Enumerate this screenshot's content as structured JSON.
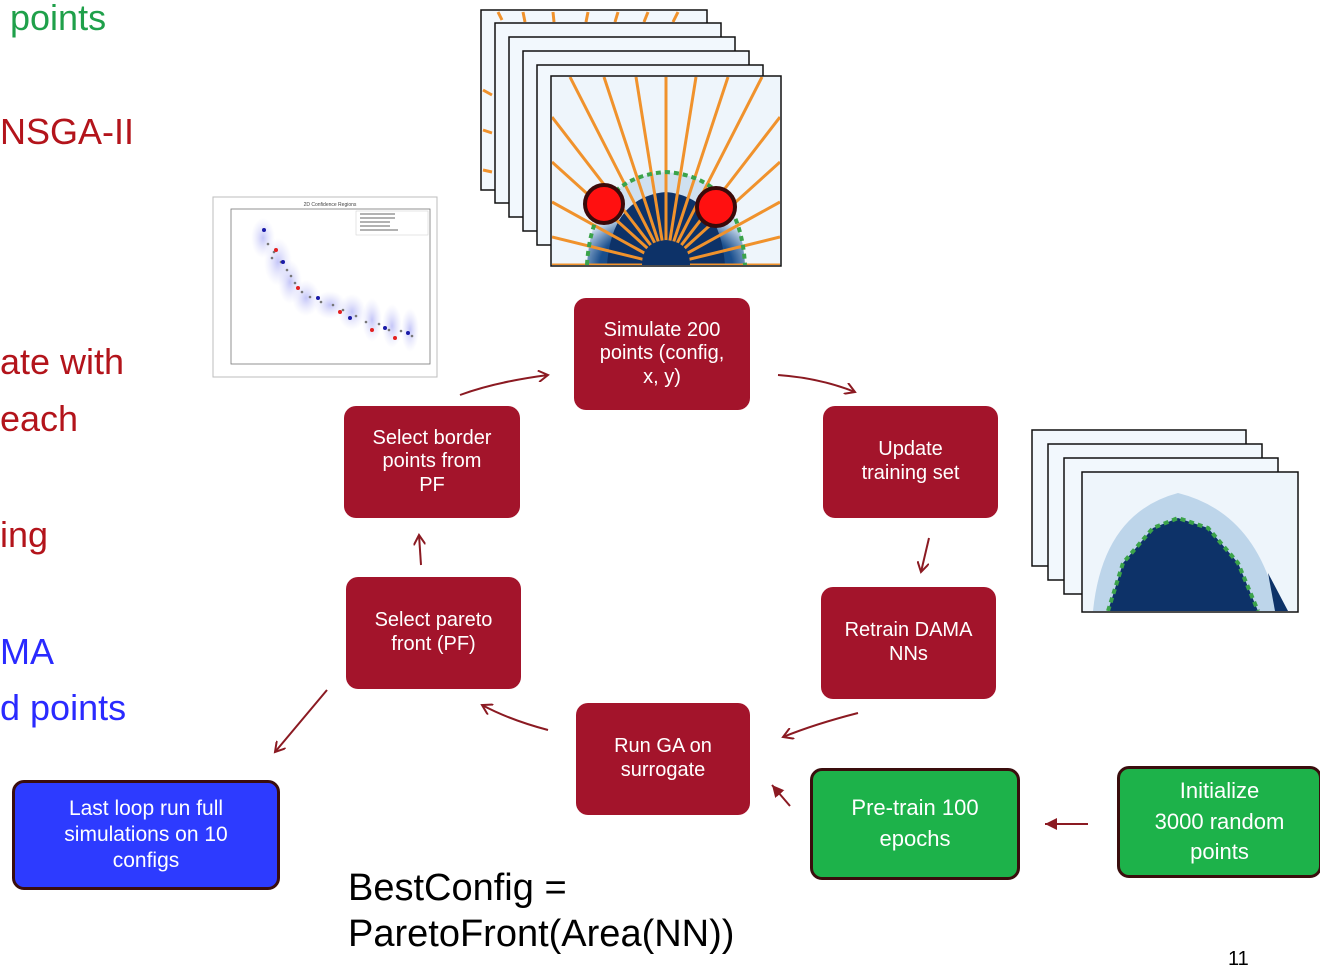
{
  "colors": {
    "box_red": "#a3142b",
    "box_green": "#1db24a",
    "box_blue": "#2d3bff",
    "arrow": "#8b1a22",
    "text_green": "#1fa04a",
    "text_red": "#b3141b",
    "text_blue": "#2a2aff",
    "density_dark": "#0d3268",
    "ray_orange": "#f0922c",
    "marker_red": "#ff1010",
    "border_green": "#3ba34a"
  },
  "left_text": {
    "line1": "points",
    "line2": "NSGA-II",
    "line3": "ate with",
    "line4": "each",
    "line5": "ing",
    "line6": "MA",
    "line7": "d points"
  },
  "boxes": {
    "simulate": [
      "Simulate 200",
      "points (config,",
      "x, y)"
    ],
    "update": [
      "Update",
      "training set"
    ],
    "retrain": [
      "Retrain DAMA",
      "NNs"
    ],
    "run_ga": [
      "Run GA on",
      "surrogate"
    ],
    "select_pareto": [
      "Select pareto",
      "front (PF)"
    ],
    "select_border": [
      "Select border",
      "points from",
      "PF"
    ],
    "pretrain": [
      "Pre-train 100",
      "epochs"
    ],
    "initialize": [
      "Initialize",
      "3000 random",
      "points"
    ],
    "last_loop": [
      "Last loop run full",
      "simulations on 10",
      "configs"
    ]
  },
  "formula": [
    "BestConfig =",
    "ParetoFront(Area(NN))"
  ],
  "page_number": "11",
  "scatter_thumbnail": {
    "title": "2D Confidence Regions"
  }
}
